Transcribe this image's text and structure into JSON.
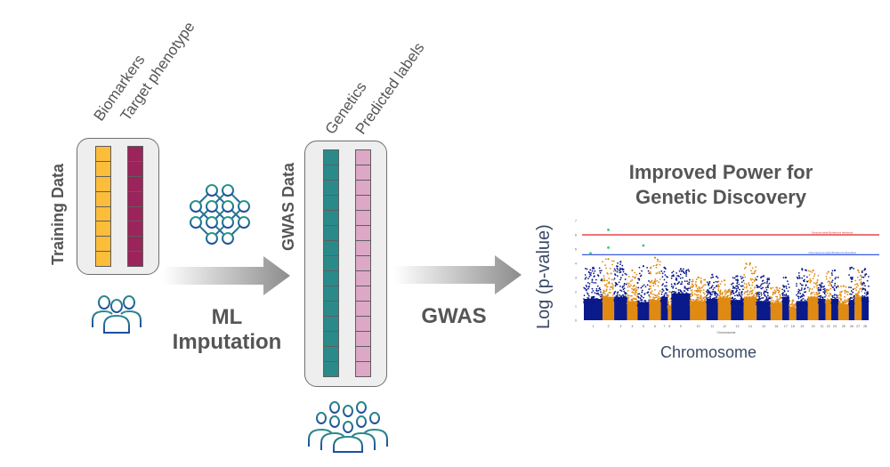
{
  "training": {
    "side_label": "Training Data",
    "columns": [
      {
        "label": "Biomarkers",
        "color": "#fbbd3a",
        "cells": 8
      },
      {
        "label": "Target phenotype",
        "color": "#9b245a",
        "cells": 8
      }
    ],
    "icon": "small-group-people-icon"
  },
  "imputation": {
    "icon": "neural-network-icon",
    "label_line1": "ML",
    "label_line2": "Imputation"
  },
  "gwas_data": {
    "side_label": "GWAS Data",
    "columns": [
      {
        "label": "Genetics",
        "color": "#2a8a8a",
        "cells": 15
      },
      {
        "label": "Predicted labels",
        "color": "#dca8c6",
        "cells": 15
      }
    ],
    "icon": "large-group-people-icon"
  },
  "gwas_step": {
    "label": "GWAS"
  },
  "result": {
    "title_line1": "Improved Power for",
    "title_line2": "Genetic Discovery"
  },
  "colors": {
    "accent_teal": "#2a8a8a",
    "icon_blue": "#1e5a9c",
    "chrom_odd": "#0b1a8a",
    "chrom_even": "#e08a12",
    "genome_threshold": "#e02020",
    "chrom_threshold": "#3a5adf",
    "significant_hit": "#2ecc71"
  },
  "chart_data": {
    "type": "scatter",
    "subtype": "manhattan",
    "title": "",
    "xlabel": "Chromosome",
    "ylabel": "Log (p-value)",
    "inner_xlabel": "Chromosome",
    "ylim": [
      0,
      7
    ],
    "y_ticks": [
      0,
      1,
      2,
      3,
      4,
      5,
      6,
      7
    ],
    "grid": false,
    "categories": [
      "1",
      "2",
      "3",
      "4",
      "5",
      "6",
      "7",
      "8",
      "9",
      "10",
      "11",
      "12",
      "13",
      "14",
      "15",
      "16",
      "17",
      "18",
      "19",
      "20",
      "21",
      "22",
      "23",
      "25",
      "26",
      "27",
      "28"
    ],
    "chromosome_widths": [
      1.6,
      1.0,
      1.1,
      0.9,
      1.0,
      1.0,
      0.6,
      0.3,
      1.6,
      1.4,
      1.0,
      1.1,
      1.1,
      1.1,
      1.2,
      1.0,
      0.6,
      0.6,
      1.0,
      0.9,
      0.6,
      0.5,
      0.6,
      0.9,
      0.5,
      0.6,
      0.6
    ],
    "peak_values": [
      3.7,
      4.3,
      4.1,
      3.5,
      3.8,
      4.4,
      3.7,
      2.0,
      3.6,
      3.0,
      3.2,
      2.8,
      3.1,
      4.0,
      3.1,
      2.3,
      3.0,
      1.4,
      3.6,
      3.5,
      2.6,
      3.4,
      3.5,
      2.4,
      3.7,
      3.5,
      3.6
    ],
    "baseline_values": [
      2.0,
      2.2,
      2.2,
      1.8,
      1.7,
      1.9,
      2.2,
      1.4,
      2.5,
      1.8,
      2.0,
      2.1,
      1.9,
      2.2,
      1.8,
      1.6,
      2.2,
      1.2,
      1.8,
      2.2,
      2.0,
      1.9,
      2.0,
      1.5,
      1.9,
      2.2,
      2.2
    ],
    "thresholds": [
      {
        "name": "Genome-wide Bonferroni threshold",
        "value": 6.0,
        "color": "#e02020"
      },
      {
        "name": "Chromosome-wide Bonferroni threshold",
        "value": 4.6,
        "color": "#3a5adf"
      }
    ],
    "significant_points": [
      {
        "chromosome": "1",
        "value": 4.7
      },
      {
        "chromosome": "2",
        "value": 6.35
      },
      {
        "chromosome": "2",
        "value": 5.1
      },
      {
        "chromosome": "5",
        "value": 5.25
      }
    ]
  }
}
